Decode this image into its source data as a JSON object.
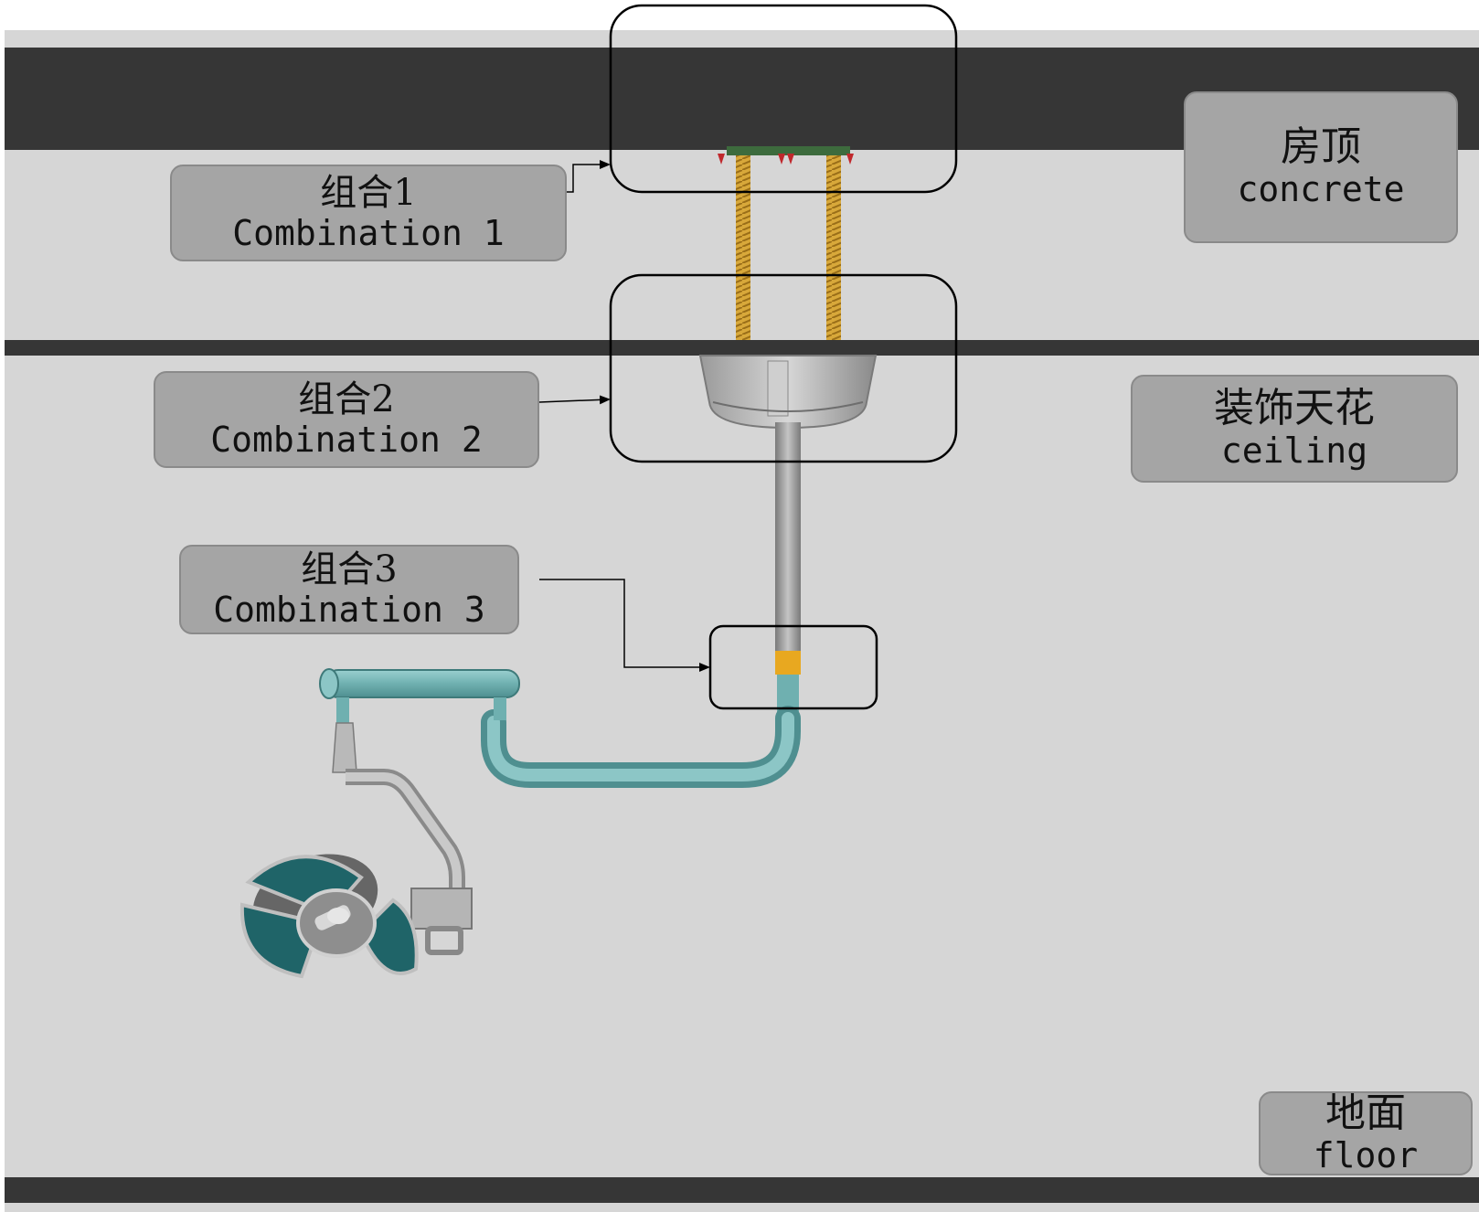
{
  "colors": {
    "background": "#d6d6d6",
    "slab": "#363636",
    "label_fill": "#a5a5a5",
    "label_border": "#8a8a8a",
    "arm_teal": "#6fb0b0",
    "collar_orange": "#e8a820",
    "rod_gold": "#d8a83a",
    "outline": "#000000"
  },
  "callouts": [
    {
      "zh": "组合1",
      "en": "Combination 1"
    },
    {
      "zh": "组合2",
      "en": "Combination 2"
    },
    {
      "zh": "组合3",
      "en": "Combination 3"
    }
  ],
  "layers": {
    "roof": {
      "zh": "房顶",
      "en": "concrete"
    },
    "ceiling": {
      "zh": "装饰天花",
      "en": "ceiling"
    },
    "floor": {
      "zh": "地面",
      "en": "floor"
    }
  },
  "icons": [
    "surgical-light-icon",
    "ceiling-mount-plate-icon",
    "threaded-rod-icon"
  ]
}
